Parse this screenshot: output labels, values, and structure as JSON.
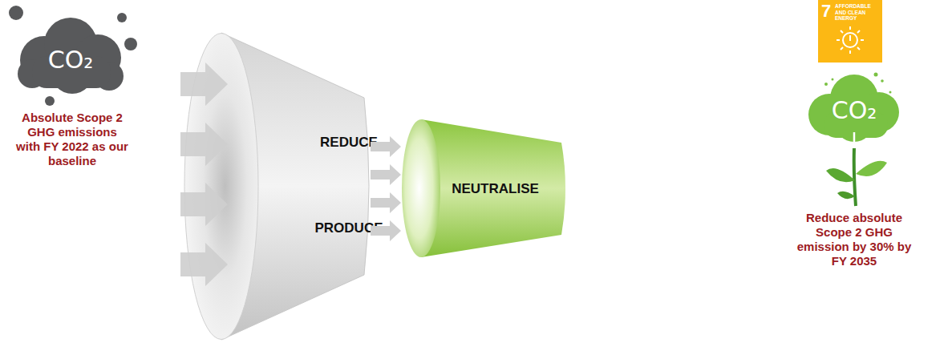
{
  "diagram": {
    "nodes": [
      {
        "text": [
          "CO₂",
          "Absolute Scope 2 GHG emissions with FY 2022 as our baseline"
        ]
      },
      {
        "text": [
          "REDUCE",
          "PRODUCE"
        ]
      },
      {
        "text": [
          "NEUTRALISE"
        ]
      },
      {
        "text": [
          "7",
          "AFFORDABLE AND CLEAN ENERGY"
        ]
      },
      {
        "text": [
          "CO₂",
          "Reduce absolute Scope 2 GHG emission by 30% by FY 2035"
        ]
      }
    ],
    "edges": [
      {
        "from": 1,
        "to": 2,
        "arrow": "to"
      }
    ]
  }
}
